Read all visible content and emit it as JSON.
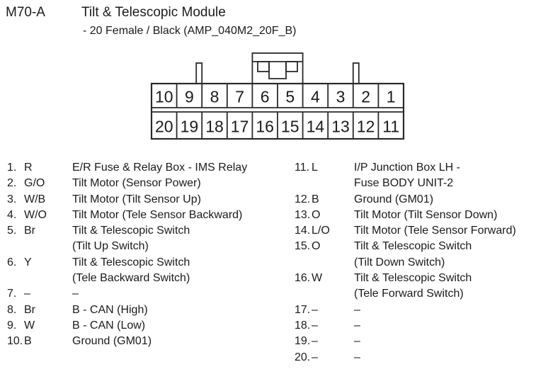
{
  "header": {
    "connector_id": "M70-A",
    "title": "Tilt & Telescopic Module",
    "subtitle": "- 20 Female / Black (AMP_040M2_20F_B)"
  },
  "connector": {
    "top_row": [
      "10",
      "9",
      "8",
      "7",
      "6",
      "5",
      "4",
      "3",
      "2",
      "1"
    ],
    "bottom_row": [
      "20",
      "19",
      "18",
      "17",
      "16",
      "15",
      "14",
      "13",
      "12",
      "11"
    ]
  },
  "pins": {
    "left": [
      {
        "pin": "1.",
        "wire": "R",
        "lines": [
          "E/R Fuse & Relay Box - IMS Relay"
        ]
      },
      {
        "pin": "2.",
        "wire": "G/O",
        "lines": [
          "Tilt Motor (Sensor Power)"
        ]
      },
      {
        "pin": "3.",
        "wire": "W/B",
        "lines": [
          "Tilt Motor (Tilt Sensor Up)"
        ]
      },
      {
        "pin": "4.",
        "wire": "W/O",
        "lines": [
          "Tilt Motor (Tele Sensor Backward)"
        ]
      },
      {
        "pin": "5.",
        "wire": "Br",
        "lines": [
          "Tilt & Telescopic Switch",
          "(Tilt Up Switch)"
        ]
      },
      {
        "pin": "6.",
        "wire": "Y",
        "lines": [
          "Tilt & Telescopic Switch",
          "(Tele Backward Switch)"
        ]
      },
      {
        "pin": "7.",
        "wire": "–",
        "lines": [
          "–"
        ]
      },
      {
        "pin": "8.",
        "wire": "Br",
        "lines": [
          "B - CAN (High)"
        ]
      },
      {
        "pin": "9.",
        "wire": "W",
        "lines": [
          "B - CAN (Low)"
        ]
      },
      {
        "pin": "10.",
        "wire": "B",
        "lines": [
          "Ground (GM01)"
        ]
      }
    ],
    "right": [
      {
        "pin": "11.",
        "wire": "L",
        "lines": [
          "I/P Junction Box LH -",
          "Fuse BODY UNIT-2"
        ]
      },
      {
        "pin": "12.",
        "wire": "B",
        "lines": [
          "Ground (GM01)"
        ]
      },
      {
        "pin": "13.",
        "wire": "O",
        "lines": [
          "Tilt Motor (Tilt Sensor Down)"
        ]
      },
      {
        "pin": "14.",
        "wire": "L/O",
        "lines": [
          "Tilt Motor (Tele Sensor Forward)"
        ]
      },
      {
        "pin": "15.",
        "wire": "O",
        "lines": [
          "Tilt & Telescopic Switch",
          "(Tilt Down Switch)"
        ]
      },
      {
        "pin": "16.",
        "wire": "W",
        "lines": [
          "Tilt & Telescopic Switch",
          "(Tele Forward Switch)"
        ]
      },
      {
        "pin": "17.",
        "wire": "–",
        "lines": [
          "–"
        ]
      },
      {
        "pin": "18.",
        "wire": "–",
        "lines": [
          "–"
        ]
      },
      {
        "pin": "19.",
        "wire": "–",
        "lines": [
          "–"
        ]
      },
      {
        "pin": "20.",
        "wire": "–",
        "lines": [
          "–"
        ]
      }
    ]
  },
  "colors": {
    "background": "#ffffff",
    "text": "#1b1b1b",
    "line": "#2a2a2a"
  }
}
